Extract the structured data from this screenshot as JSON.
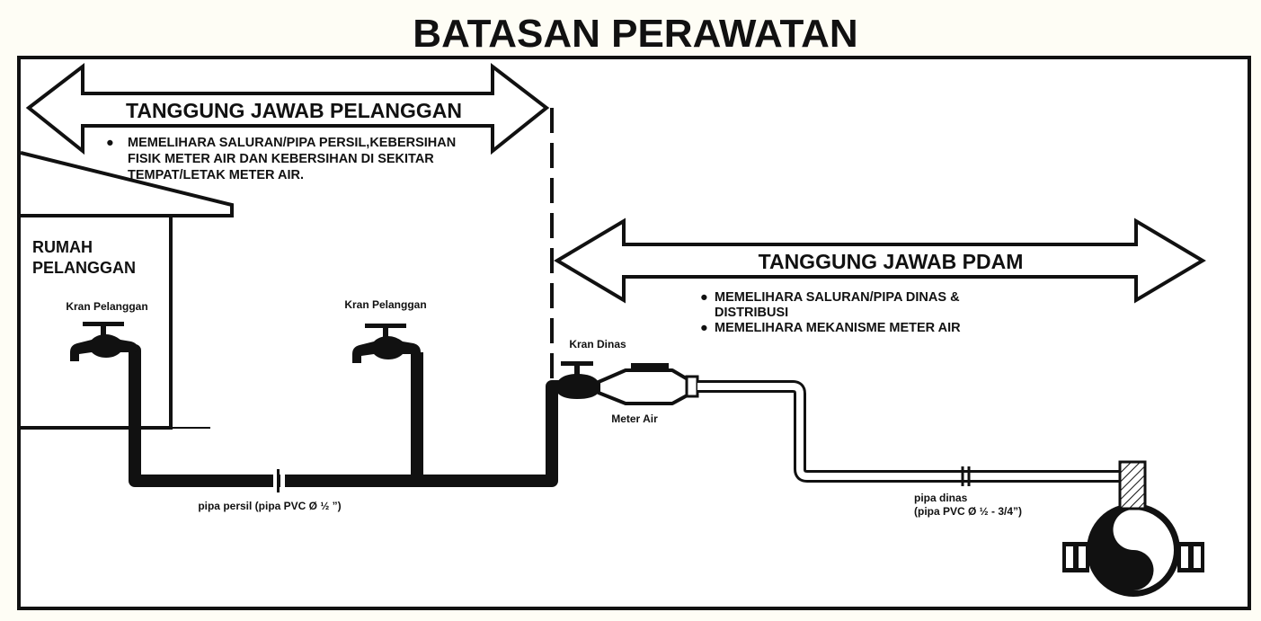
{
  "title": "BATASAN PERAWATAN",
  "customer_section": {
    "heading": "TANGGUNG JAWAB PELANGGAN",
    "bullet_symbol": "●",
    "bullet_lines": [
      "MEMELIHARA SALURAN/PIPA PERSIL,KEBERSIHAN",
      "FISIK METER AIR DAN KEBERSIHAN DI SEKITAR",
      "TEMPAT/LETAK METER AIR."
    ]
  },
  "pdam_section": {
    "heading": "TANGGUNG JAWAB PDAM",
    "bullet_symbol": "●",
    "bullets": [
      {
        "lines": [
          "MEMELIHARA SALURAN/PIPA DINAS &",
          "DISTRIBUSI"
        ]
      },
      {
        "lines": [
          "MEMELIHARA MEKANISME METER AIR"
        ]
      }
    ]
  },
  "house": {
    "label_lines": [
      "RUMAH",
      "PELANGGAN"
    ]
  },
  "labels": {
    "tap_1": "Kran Pelanggan",
    "tap_2": "Kran Pelanggan",
    "service_valve": "Kran Dinas",
    "meter": "Meter Air",
    "service_pipe": "pipa persil (pipa PVC Ø ½ ”)",
    "main_pipe_lines": [
      "pipa dinas",
      "(pipa PVC Ø ½ - 3/4”)"
    ]
  },
  "colors": {
    "ink": "#111111",
    "background": "#fefdf5",
    "frame": "#ffffff"
  },
  "icons": {
    "customer_tap": "water-tap-icon",
    "service_valve": "valve-icon",
    "meter": "water-meter-icon",
    "distribution_main": "main-pipe-icon"
  }
}
